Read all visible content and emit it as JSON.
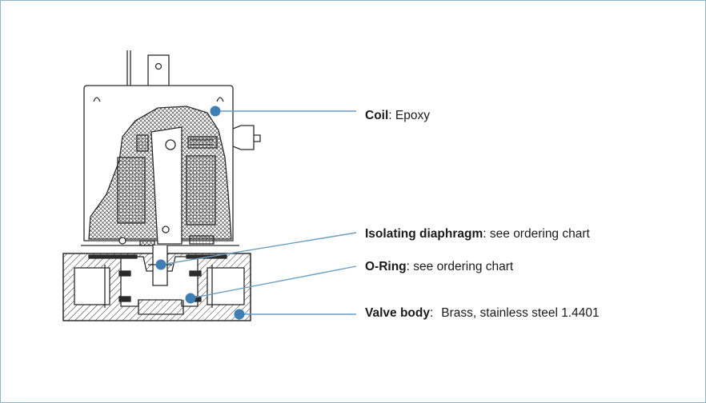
{
  "callouts": [
    {
      "id": "coil",
      "name": "Coil",
      "sep": ": ",
      "value": "Epoxy"
    },
    {
      "id": "diaphragm",
      "name": "Isolating diaphragm",
      "sep": ": ",
      "value": "see ordering chart"
    },
    {
      "id": "oring",
      "name": "O-Ring",
      "sep": ": ",
      "value": "see ordering chart"
    },
    {
      "id": "body",
      "name": "Valve body",
      "sep": ":",
      "value": "Brass, stainless steel 1.4401"
    }
  ],
  "colors": {
    "frame_border": "#8fb3c8",
    "leader_line": "#6a9ec0",
    "leader_dot": "#3f7fb5",
    "line_art": "#2b2b2b"
  }
}
